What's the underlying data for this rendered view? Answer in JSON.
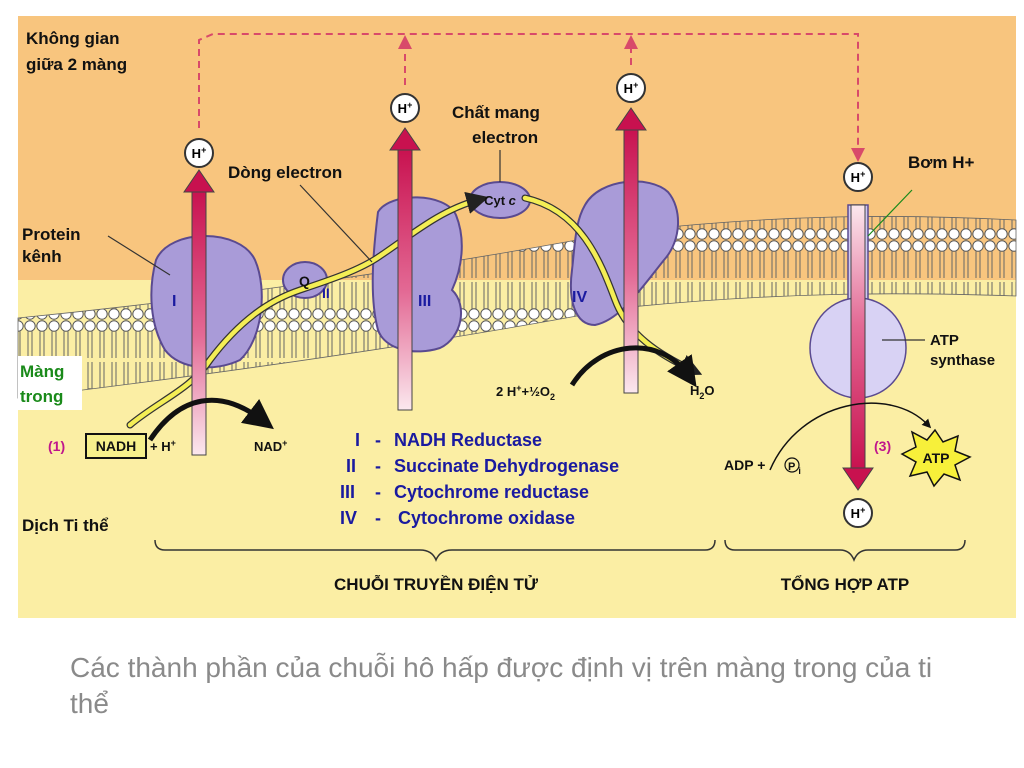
{
  "labels": {
    "intermembrane_line1": "Không gian",
    "intermembrane_line2": "giữa 2 màng",
    "channel_protein_line1": "Protein",
    "channel_protein_line2": "kênh",
    "inner_membrane_line1": "Màng",
    "inner_membrane_line2": "trong",
    "matrix": "Dịch Ti thể",
    "electron_flow": "Dòng electron",
    "carrier_line1": "Chất mang",
    "carrier_line2": "electron",
    "pump": "Bơm H+",
    "atp_synthase_line1": "ATP",
    "atp_synthase_line2": "synthase"
  },
  "complexes": {
    "c1": "I",
    "c2": "II",
    "c3": "III",
    "c4": "IV",
    "q": "Q",
    "cyt_c": "Cyt",
    "cyt_c_italic": "c"
  },
  "proton": {
    "label": "H",
    "sup": "+"
  },
  "reactions": {
    "step1": "(1)",
    "nadh": "NADH",
    "plus_h": "+ H",
    "nad": "NAD",
    "water_reactants": "2 H",
    "half_o2": "+½O",
    "water": "H",
    "water_o": "O",
    "sub2": "2",
    "adp": "ADP +",
    "pi": "P",
    "pi_sub": "i",
    "step3": "(3)",
    "atp": "ATP"
  },
  "legend": [
    {
      "numeral": "I",
      "name": "NADH Reductase"
    },
    {
      "numeral": "II",
      "name": "Succinate Dehydrogenase"
    },
    {
      "numeral": "III",
      "name": "Cytochrome reductase"
    },
    {
      "numeral": "IV",
      "name": "Cytochrome oxidase"
    }
  ],
  "sections": {
    "etc": "CHUỖI TRUYỀN ĐIỆN TỬ",
    "atp_synthesis": "TỔNG HỢP ATP"
  },
  "caption": "Các thành phần của chuỗi hô hấp được định vị trên màng trong của ti thể",
  "colors": {
    "intermembrane_bg": "#f8c57e",
    "matrix_bg": "#fbeea4",
    "complex_fill": "#a99bd8",
    "arrow_fill": "#d4145a",
    "electron_path": "#f4ee55",
    "legend_text": "#1a1aa0"
  }
}
